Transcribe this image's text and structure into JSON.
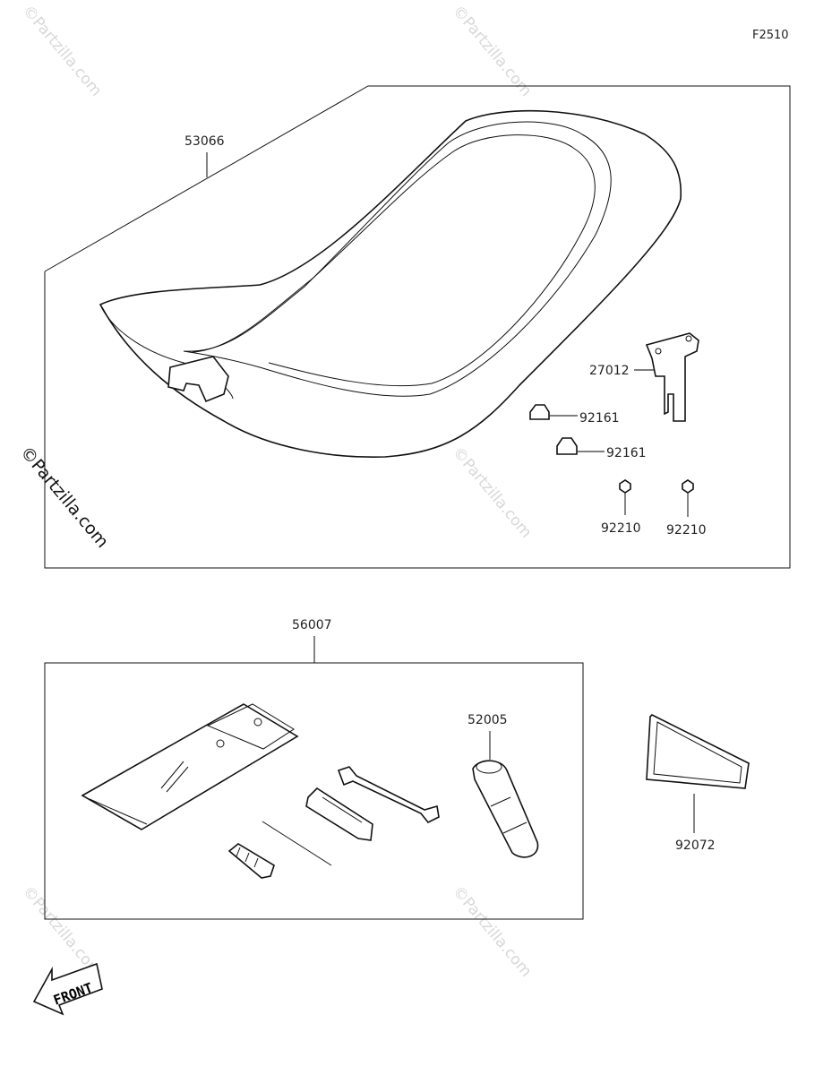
{
  "diagram_code": "F2510",
  "watermark": "©Partzilla.com",
  "front_label": "FRONT",
  "groups": {
    "seat_group": {
      "label": "53066"
    },
    "tool_kit_group": {
      "label": "56007"
    }
  },
  "parts": {
    "seat": "53066",
    "hook": "27012",
    "damper_1": "92161",
    "damper_2": "92161",
    "nut_1": "92210",
    "nut_2": "92210",
    "tool_kit": "56007",
    "plug_wrench": "52005",
    "tool_kit_cover": "92072"
  }
}
